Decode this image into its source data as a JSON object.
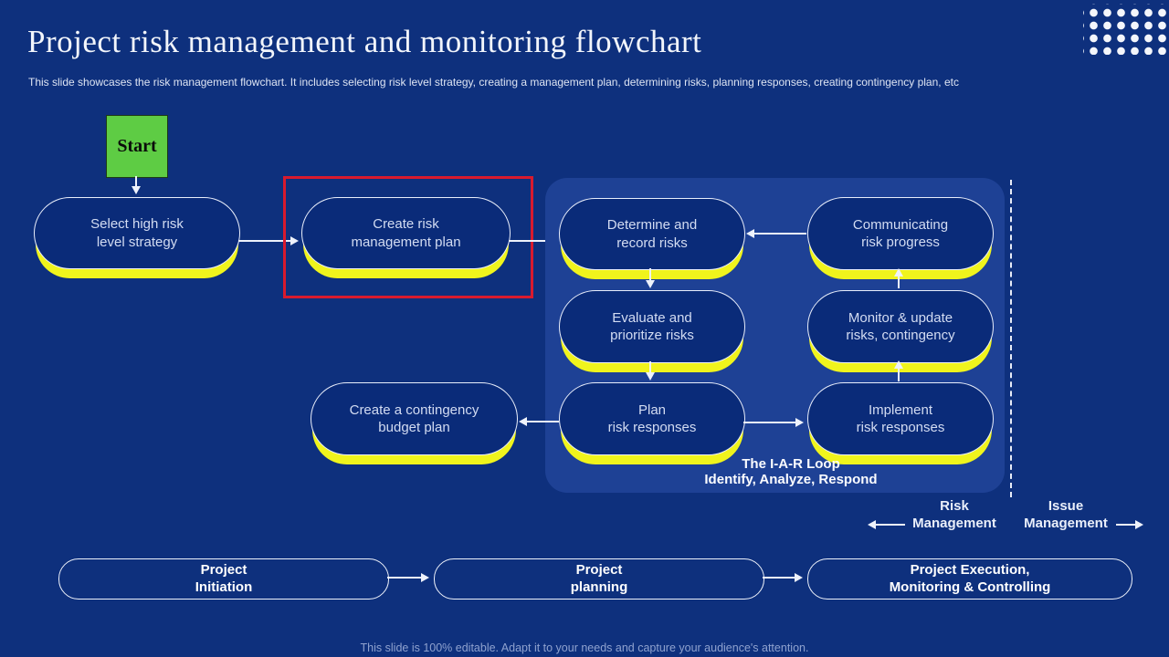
{
  "slide": {
    "title": "Project risk management and monitoring flowchart",
    "subtitle": "This slide showcases the risk management flowchart. It includes selecting risk level strategy, creating a management plan, determining risks, planning responses, creating contingency plan, etc",
    "footer": "This slide is 100% editable. Adapt it to your needs and capture your audience's attention."
  },
  "colors": {
    "background": "#0e307d",
    "panel": "#1e4195",
    "node_fill": "#0a2b79",
    "node_border": "#e9eefb",
    "node_shadow_yellow": "#f0f41c",
    "start_green": "#5ecc44",
    "highlight_red": "#d81a2e",
    "text_light": "#d3dcf2"
  },
  "start": {
    "label": "Start"
  },
  "nodes": {
    "select": {
      "line1": "Select high risk",
      "line2": "level strategy"
    },
    "create": {
      "line1": "Create risk",
      "line2": "management plan"
    },
    "determine": {
      "line1": "Determine and",
      "line2": "record risks"
    },
    "communicating": {
      "line1": "Communicating",
      "line2": "risk progress"
    },
    "evaluate": {
      "line1": "Evaluate and",
      "line2": "prioritize risks"
    },
    "monitor": {
      "line1": "Monitor & update",
      "line2": "risks, contingency"
    },
    "contingency": {
      "line1": "Create a contingency",
      "line2": "budget plan"
    },
    "plan": {
      "line1": "Plan",
      "line2": "risk responses"
    },
    "implement": {
      "line1": "Implement",
      "line2": "risk responses"
    }
  },
  "iar_loop": {
    "line1": "The I-A-R Loop",
    "line2": "Identify, Analyze, Respond"
  },
  "side_labels": {
    "risk": {
      "line1": "Risk",
      "line2": "Management"
    },
    "issue": {
      "line1": "Issue",
      "line2": "Management"
    }
  },
  "phases": {
    "initiation": {
      "line1": "Project",
      "line2": "Initiation"
    },
    "planning": {
      "line1": "Project",
      "line2": "planning"
    },
    "execution": {
      "line1": "Project Execution,",
      "line2": "Monitoring & Controlling"
    }
  }
}
